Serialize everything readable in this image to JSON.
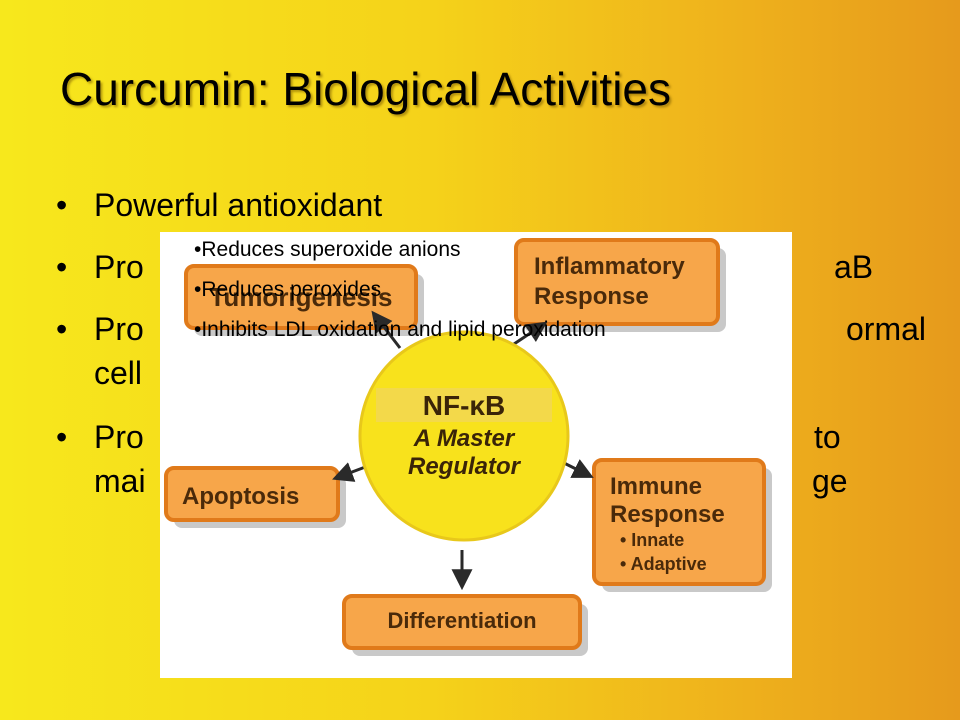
{
  "slide": {
    "title": "Curcumin: Biological Activities",
    "bullets": [
      {
        "dot": "•",
        "lines": [
          "Powerful antioxidant"
        ]
      },
      {
        "dot": "•",
        "lines": [
          "Pro",
          "aB"
        ]
      },
      {
        "dot": "•",
        "lines": [
          "Pro",
          "ormal",
          "cell"
        ]
      },
      {
        "dot": "•",
        "lines": [
          "Pro",
          "to",
          "mai",
          "ge"
        ]
      }
    ]
  },
  "diagram": {
    "hub": {
      "line1": "NF-κB",
      "line2": "A Master",
      "line3": "Regulator"
    },
    "boxes": {
      "tumorigenesis": "Tumorigenesis",
      "inflammatory_1": "Inflammatory",
      "inflammatory_2": "Response",
      "apoptosis": "Apoptosis",
      "immune_1": "Immune",
      "immune_2": "Response",
      "immune_sub1": "• Innate",
      "immune_sub2": "• Adaptive",
      "differentiation": "Differentiation"
    },
    "colors": {
      "box": "#f7a64a",
      "box_border": "#e07a1a",
      "hub": "#f8e21c",
      "arrow": "#2a2a2a"
    }
  },
  "notes": [
    "•Reduces superoxide anions",
    "•Reduces peroxides",
    "•Inhibits LDL oxidation and lipid peroxidation"
  ]
}
